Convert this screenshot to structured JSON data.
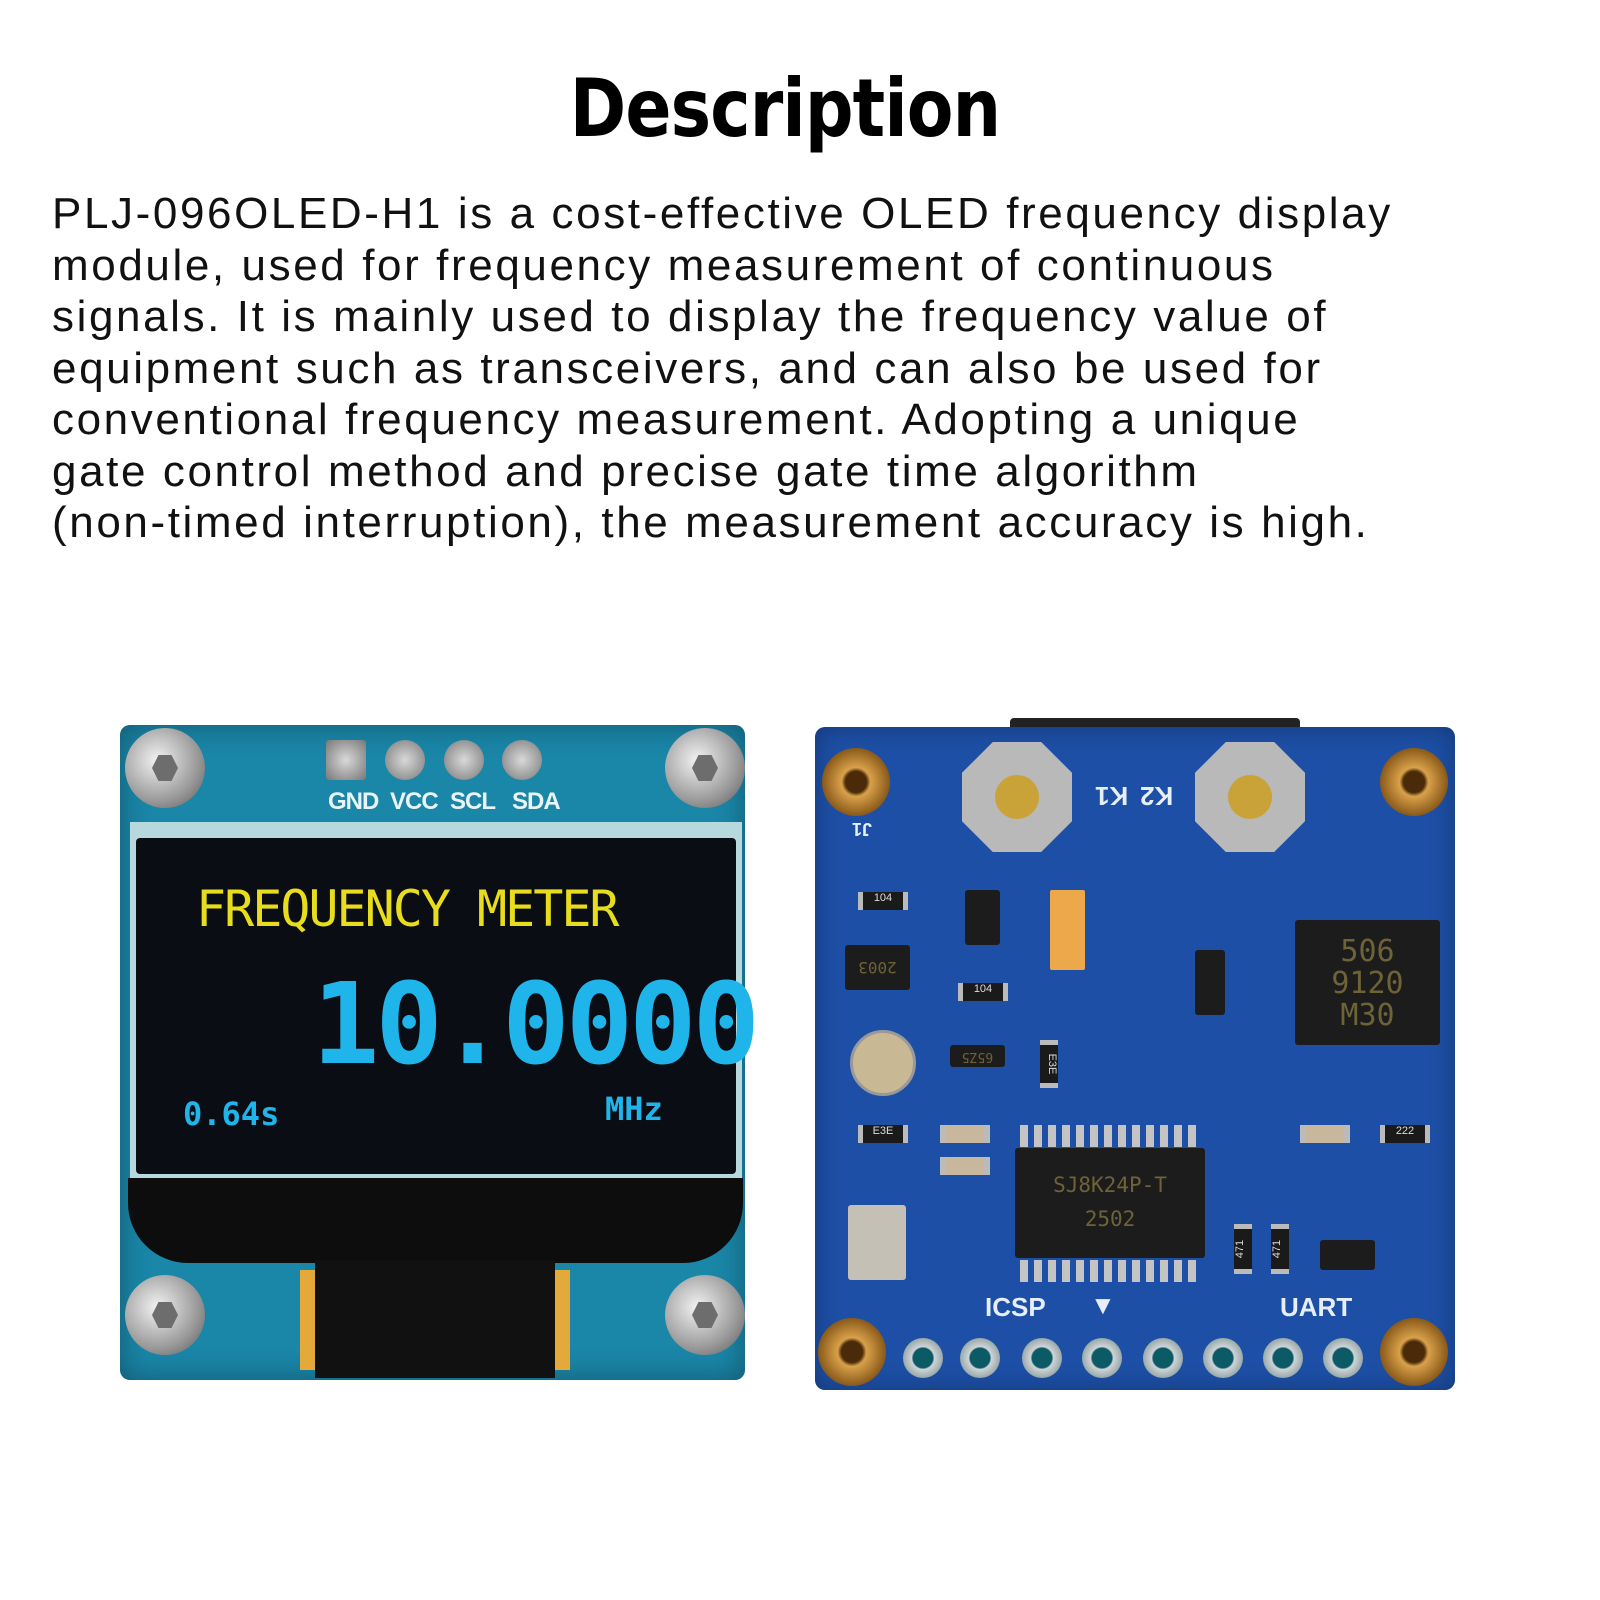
{
  "title": "Description",
  "description_lines": [
    "PLJ-096OLED-H1 is a cost-effective OLED frequency display",
    "module, used for frequency measurement of continuous",
    "signals. It is mainly used to display the frequency value of",
    "equipment such as transceivers, and can also be used for",
    "conventional frequency measurement. Adopting a unique",
    "gate control method and precise gate time algorithm",
    "(non-timed interruption), the measurement accuracy is high."
  ],
  "front_board": {
    "pins": [
      "GND",
      "VCC",
      "SCL",
      "SDA"
    ],
    "display": {
      "heading": "FREQUENCY METER",
      "value": "10.0000",
      "gate_time": "0.64s",
      "unit": "MHz"
    }
  },
  "back_board": {
    "buttons": [
      "K1",
      "K2"
    ],
    "mcu_line1": "SJ8K24P-T",
    "mcu_line2": "2502",
    "ic_line1": "506",
    "ic_line2": "9120",
    "ic_line3": "M30",
    "chip_2003": "2003",
    "chip_65z5": "65Z5",
    "res_104a": "104",
    "res_104b": "104",
    "res_e3e": "E3E",
    "res_222": "222",
    "res_471a": "471",
    "res_471b": "471",
    "header_icsp": "ICSP",
    "header_uart": "UART",
    "arrow": "▼",
    "jumper": "J1"
  },
  "colors": {
    "front_pcb": "#1a86a8",
    "back_pcb": "#1d4fa6",
    "oled_yellow": "#e8dd1c",
    "oled_cyan": "#1fb5ea"
  }
}
